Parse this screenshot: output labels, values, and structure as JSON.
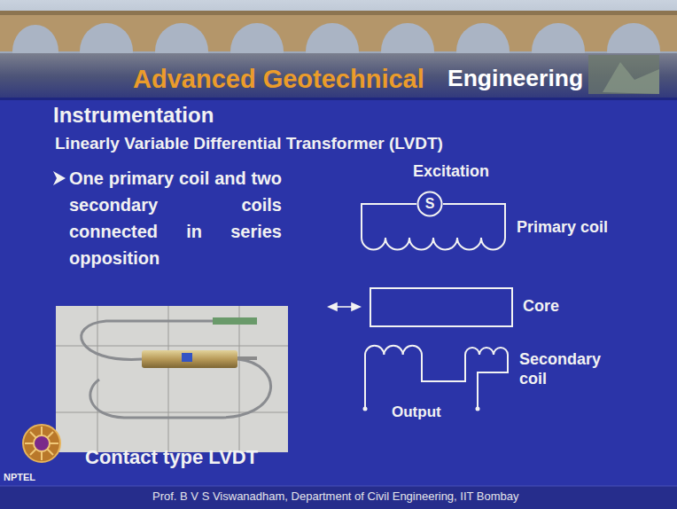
{
  "diagram": {
    "title": "Instrumentation",
    "caption": "Contact type LVDT",
    "nodes": [
      {
        "text": [
          "S"
        ]
      }
    ],
    "labels": [
      "Advanced Geotechnical",
      "Engineering",
      "Linearly Variable Differential Transformer (LVDT)",
      "One primary coil and two secondary coils connected in series opposition",
      "Excitation",
      "Primary coil",
      "Core",
      "Secondary coil",
      "Output",
      "NPTEL",
      "Prof. B V S Viswanadham, Department of Civil Engineering, IIT Bombay"
    ]
  }
}
